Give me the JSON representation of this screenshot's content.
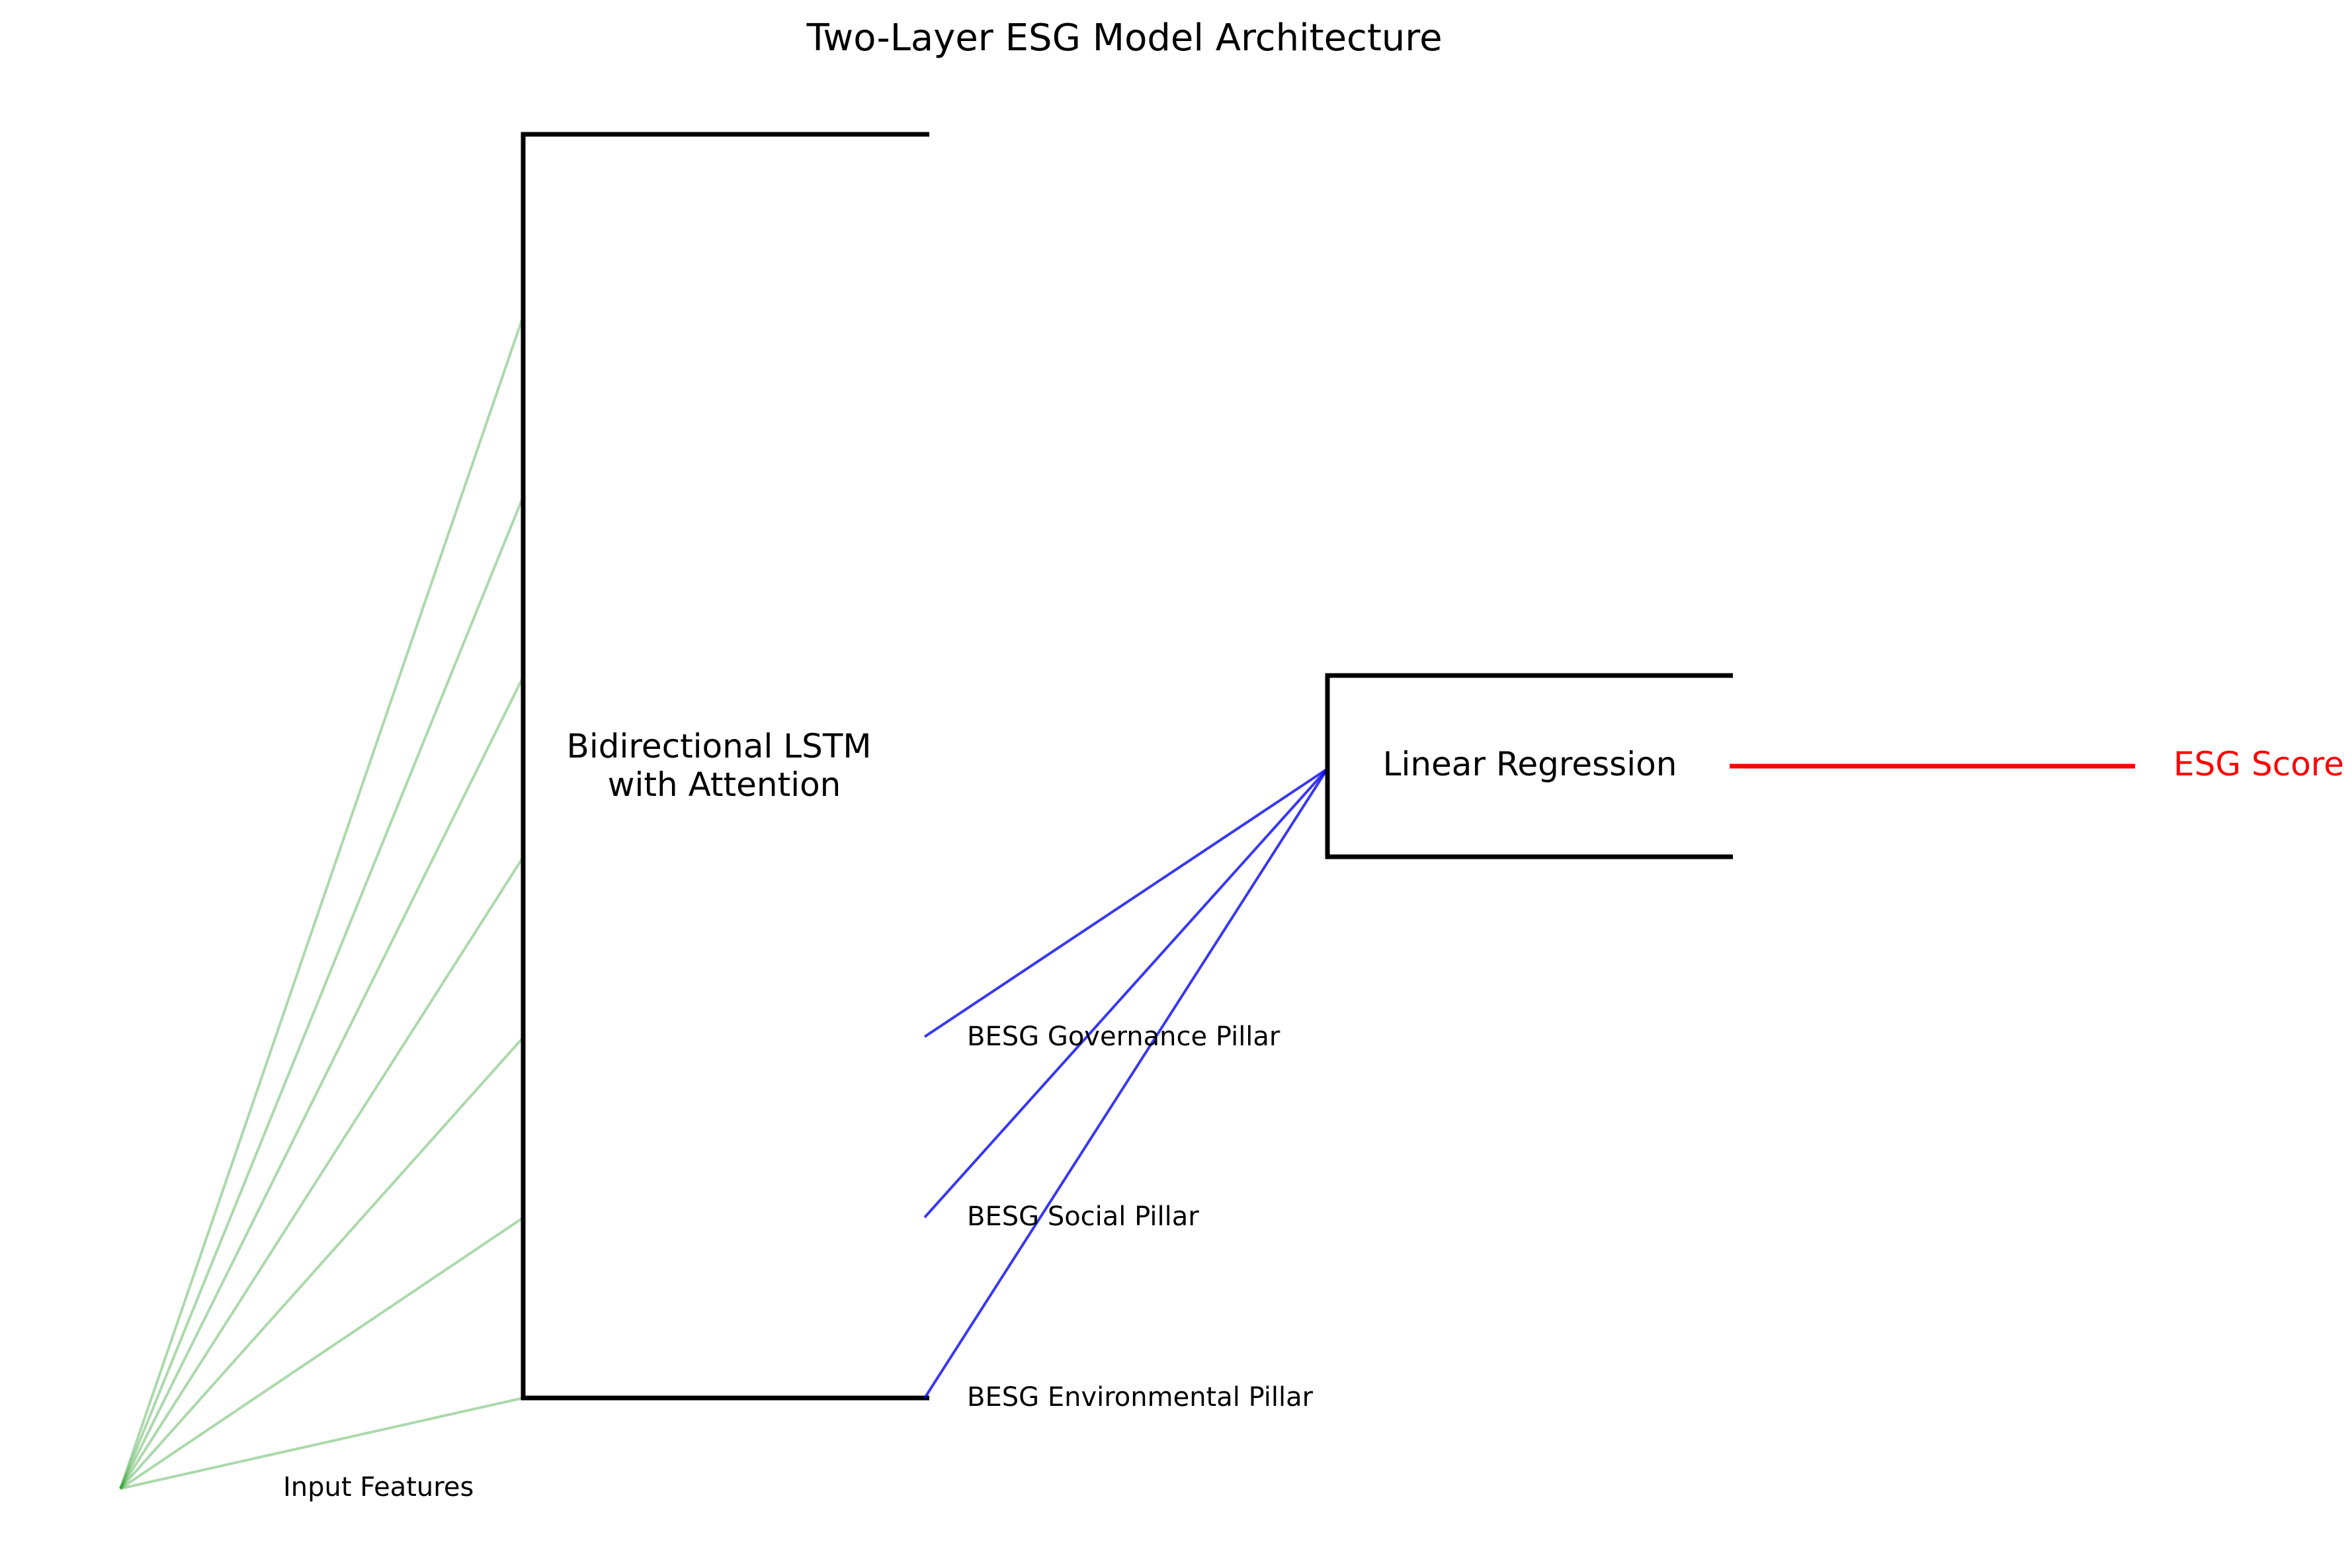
{
  "title": "Two-Layer ESG Model Architecture",
  "layer1": {
    "label_line1": "Bidirectional LSTM",
    "label_line2": "with Attention"
  },
  "layer2": {
    "label": "Linear Regression"
  },
  "input": {
    "label": "Input Features",
    "feature_count": 7
  },
  "pillars": [
    {
      "label": "BESG Governance Pillar"
    },
    {
      "label": "BESG Social Pillar"
    },
    {
      "label": "BESG Environmental Pillar"
    }
  ],
  "output": {
    "label": "ESG Score",
    "color": "#ff0000"
  },
  "colors": {
    "input_lines": "#2ca02c",
    "pillar_lines": "#0000ee",
    "boxes": "#000000"
  }
}
